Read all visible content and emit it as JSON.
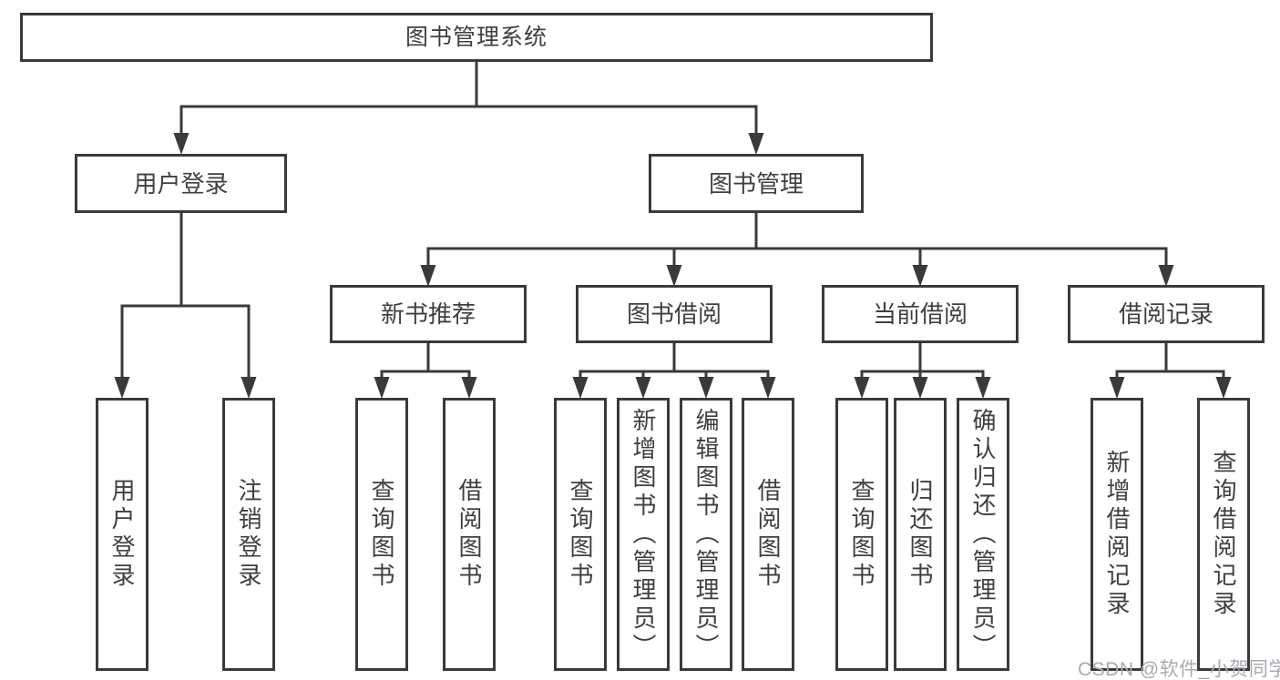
{
  "tree": {
    "label": "图书管理系统",
    "children": [
      {
        "label": "用户登录",
        "children": [
          {
            "label": "用户登录"
          },
          {
            "label": "注销登录"
          }
        ]
      },
      {
        "label": "图书管理",
        "children": [
          {
            "label": "新书推荐",
            "children": [
              {
                "label": "查询图书"
              },
              {
                "label": "借阅图书"
              }
            ]
          },
          {
            "label": "图书借阅",
            "children": [
              {
                "label": "查询图书"
              },
              {
                "label": "新增图书（管理员）"
              },
              {
                "label": "编辑图书（管理员）"
              },
              {
                "label": "借阅图书"
              }
            ]
          },
          {
            "label": "当前借阅",
            "children": [
              {
                "label": "查询图书"
              },
              {
                "label": "归还图书"
              },
              {
                "label": "确认归还（管理员）"
              }
            ]
          },
          {
            "label": "借阅记录",
            "children": [
              {
                "label": "新增借阅记录"
              },
              {
                "label": "查询借阅记录"
              }
            ]
          }
        ]
      }
    ]
  },
  "watermark": "CSDN @软件_小贺同学",
  "colors": {
    "line": "#3a3a3a",
    "text": "#3f3f3f",
    "watermark_text": "#a9a9b2",
    "background": "#ffffff"
  }
}
